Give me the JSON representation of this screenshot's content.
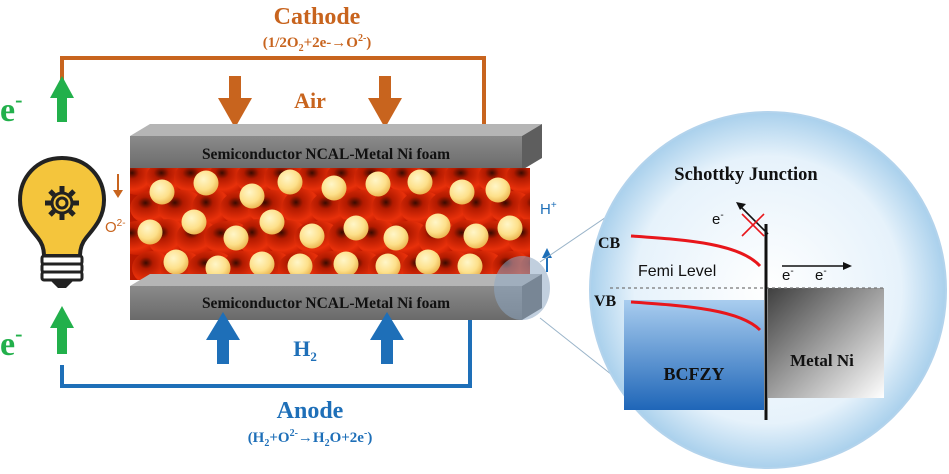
{
  "cathode": {
    "title": "Cathode",
    "reaction_main": "(1/2O",
    "reaction_sub": "2",
    "reaction_rest": "+2e-",
    "reaction_arrow": "→",
    "reaction_product": "O",
    "reaction_sup": "2-",
    "reaction_close": ")"
  },
  "anode": {
    "title": "Anode",
    "reaction_open": "(H",
    "sub1": "2",
    "plus_o": "+O",
    "sup1": "2-",
    "arrow": "→",
    "product_h": "H",
    "sub2": "2",
    "product_rest": "O+2e",
    "sup2": "-",
    "close": ")"
  },
  "air_label": "Air",
  "h2_label": "H",
  "h2_sub": "2",
  "layer_top_label": "Semiconductor NCAL-Metal Ni foam",
  "layer_bottom_label": "Semiconductor NCAL-Metal Ni foam",
  "electron_label": "e",
  "electron_sup": "-",
  "o2_label": "O",
  "o2_sup": "2-",
  "hplus_label": "H",
  "hplus_sup": "+",
  "junction": {
    "title": "Schottky Junction",
    "cb": "CB",
    "vb": "VB",
    "fermi": "Femi Level",
    "electron": "e",
    "electron_sup": "-",
    "bcfzy": "BCFZY",
    "metal": "Metal Ni"
  },
  "colors": {
    "cathode": "#c8641e",
    "anode": "#1e6fb8",
    "electron_arrow": "#22b04b"
  }
}
